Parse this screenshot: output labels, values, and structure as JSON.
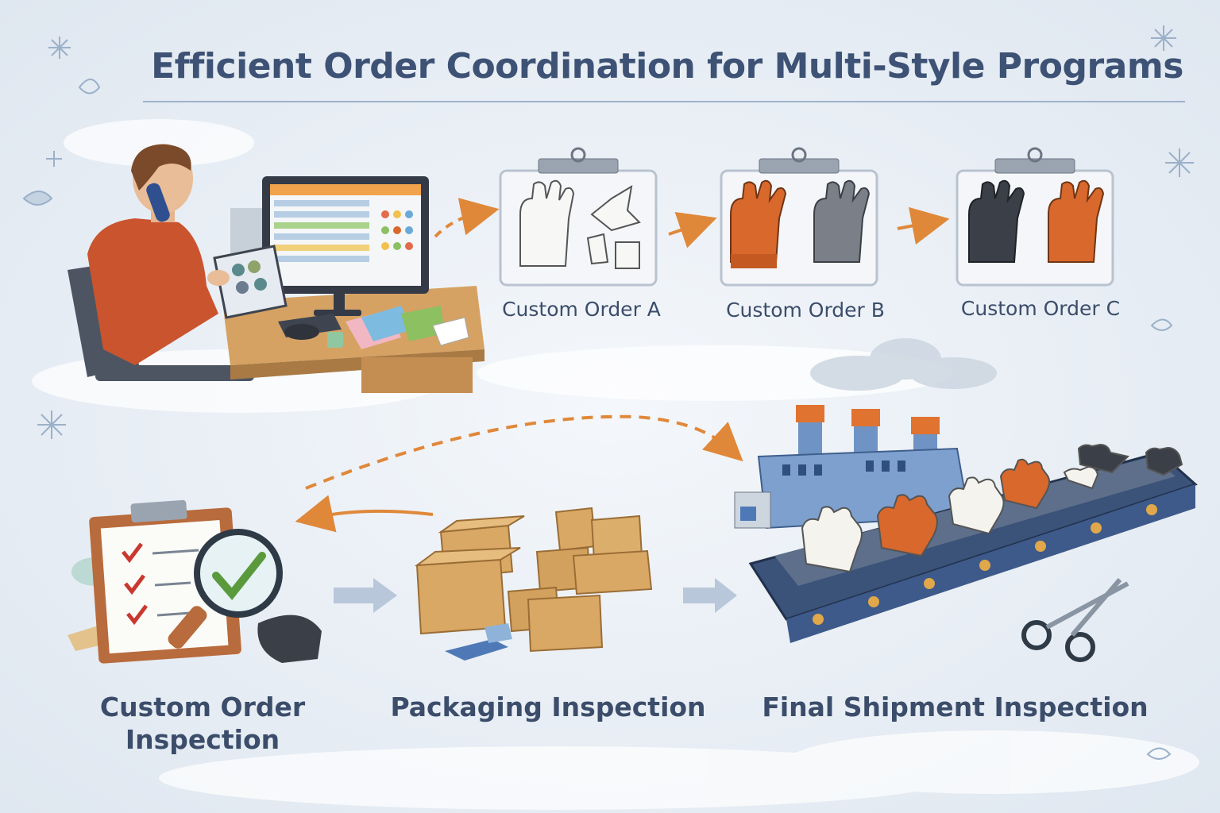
{
  "title": "Efficient Order Coordination for Multi-Style Programs",
  "orders": [
    {
      "label": "Custom Order A"
    },
    {
      "label": "Custom Order B"
    },
    {
      "label": "Custom Order C"
    }
  ],
  "steps": [
    {
      "label_line1": "Custom Order",
      "label_line2": "Inspection"
    },
    {
      "label_line1": "Packaging Inspection"
    },
    {
      "label_line1": "Final Shipment Inspection"
    }
  ],
  "colors": {
    "accent_orange": "#e0883a",
    "glove_orange": "#d9682c",
    "glove_dark": "#3b3f47",
    "glove_grey": "#7a7f88",
    "text": "#3b4d6a",
    "factory_blue": "#6f93c4",
    "box_tan": "#d9a864",
    "check_red": "#c9382f",
    "check_green": "#5a9a3c"
  }
}
